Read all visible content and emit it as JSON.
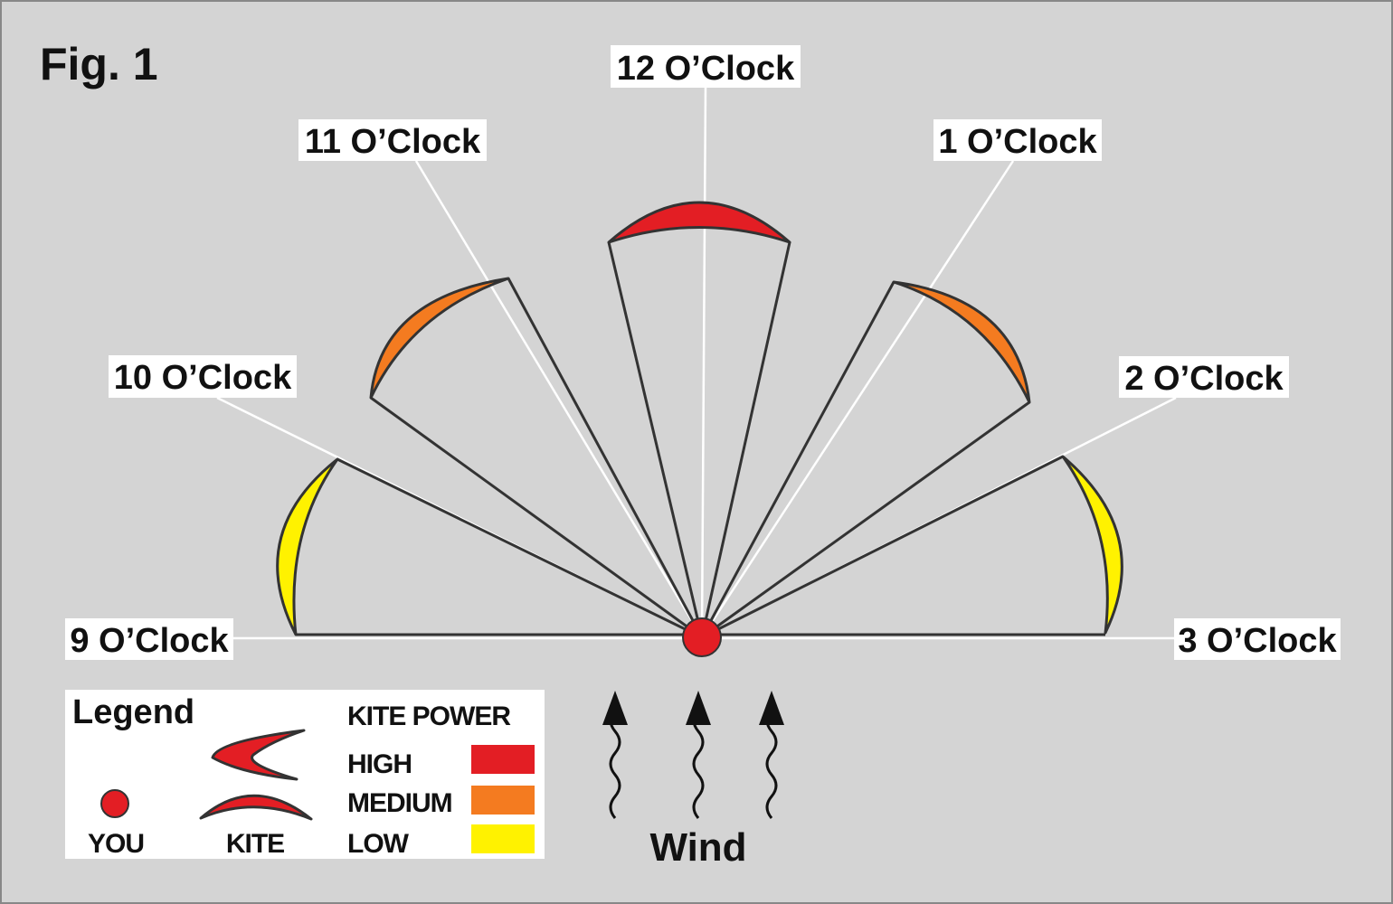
{
  "title": "Fig. 1",
  "positions": {
    "nine": "9 O’Clock",
    "ten": "10 O’Clock",
    "eleven": "11 O’Clock",
    "twelve": "12 O’Clock",
    "one": "1 O’Clock",
    "two": "2 O’Clock",
    "three": "3 O’Clock"
  },
  "legend": {
    "title": "Legend",
    "you": "YOU",
    "kite": "KITE",
    "power_title": "KITE POWER",
    "high": "HIGH",
    "medium": "MEDIUM",
    "low": "LOW"
  },
  "wind_label": "Wind",
  "colors": {
    "high": "#e31e24",
    "medium": "#f47b20",
    "low": "#fff200",
    "background": "#d4d4d4"
  }
}
